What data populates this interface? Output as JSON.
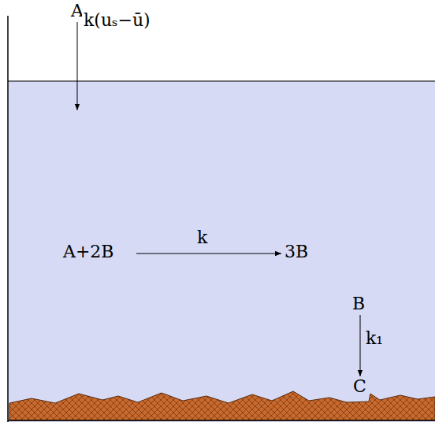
{
  "diagram": {
    "labels": [
      "A",
      "k(uₛ−ū)",
      "A+2B",
      "k",
      "3B",
      "B",
      "k₁",
      "C"
    ]
  }
}
